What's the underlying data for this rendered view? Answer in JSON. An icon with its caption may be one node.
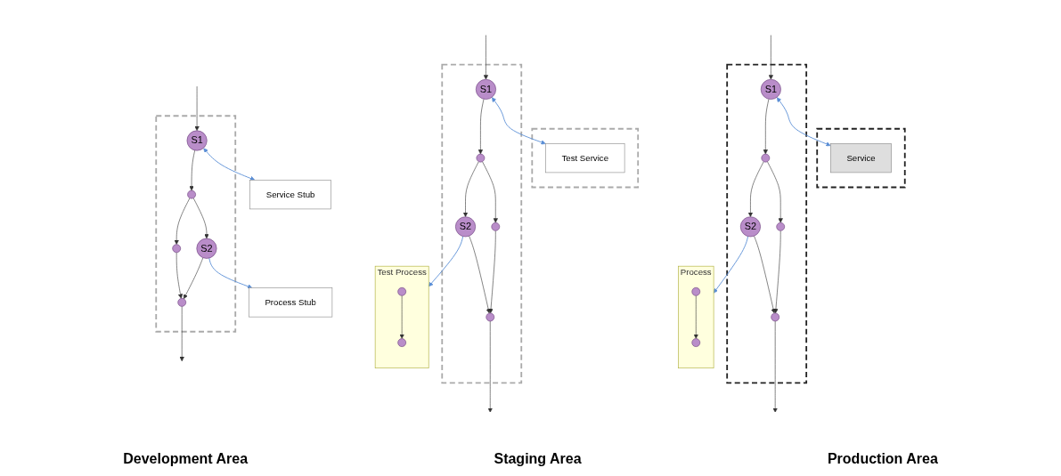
{
  "diagram": {
    "nodes": [
      {
        "text": [],
        "shape": "box"
      },
      {
        "text": [
          "S1"
        ],
        "in": 0
      },
      {
        "text": [],
        "shape": "circle",
        "in": 0
      },
      {
        "text": [],
        "shape": "circle",
        "in": 0
      },
      {
        "text": [
          "S2"
        ],
        "in": 0
      },
      {
        "text": [],
        "shape": "circle",
        "in": 0
      },
      {
        "text": [
          "Service Stub"
        ]
      },
      {
        "text": [
          "Process Stub"
        ]
      },
      {
        "text": [],
        "shape": "box"
      },
      {
        "text": [
          "S1"
        ],
        "in": 8
      },
      {
        "text": [],
        "shape": "circle",
        "in": 8
      },
      {
        "text": [],
        "shape": "circle",
        "in": 8
      },
      {
        "text": [
          "S2"
        ],
        "in": 8
      },
      {
        "text": [],
        "shape": "circle",
        "in": 8
      },
      {
        "text": [],
        "shape": "box"
      },
      {
        "text": [
          "Test Service"
        ],
        "in": 14
      },
      {
        "text": [
          "Test Process"
        ]
      },
      {
        "text": [],
        "shape": "circle",
        "in": 16
      },
      {
        "text": [],
        "shape": "circle",
        "in": 16
      },
      {
        "text": [],
        "shape": "box"
      },
      {
        "text": [
          "S1"
        ],
        "in": 19
      },
      {
        "text": [],
        "shape": "circle",
        "in": 19
      },
      {
        "text": [],
        "shape": "circle",
        "in": 19
      },
      {
        "text": [
          "S2"
        ],
        "in": 19
      },
      {
        "text": [],
        "shape": "circle",
        "in": 19
      },
      {
        "text": [],
        "shape": "box"
      },
      {
        "text": [
          "Service"
        ],
        "in": 25
      },
      {
        "text": [
          "Process"
        ]
      },
      {
        "text": [],
        "shape": "circle",
        "in": 27
      },
      {
        "text": [],
        "shape": "circle",
        "in": 27
      }
    ],
    "edges": [
      {
        "from": null,
        "to": 1,
        "arrow": "to"
      },
      {
        "from": 1,
        "to": 6,
        "arrow": "both",
        "color": "#5b8fd6"
      },
      {
        "from": 1,
        "to": 2,
        "arrow": "to"
      },
      {
        "from": 2,
        "to": 3,
        "arrow": "to"
      },
      {
        "from": 2,
        "to": 4,
        "arrow": "to"
      },
      {
        "from": 3,
        "to": 5,
        "arrow": "to"
      },
      {
        "from": 4,
        "to": 5,
        "arrow": "to"
      },
      {
        "from": 5,
        "to": null,
        "arrow": "to"
      },
      {
        "from": 4,
        "to": 7,
        "arrow": "to",
        "color": "#5b8fd6"
      },
      {
        "from": null,
        "to": 9,
        "arrow": "to"
      },
      {
        "from": 9,
        "to": 15,
        "arrow": "both",
        "color": "#5b8fd6"
      },
      {
        "from": 9,
        "to": 10,
        "arrow": "to"
      },
      {
        "from": 10,
        "to": 11,
        "arrow": "to"
      },
      {
        "from": 10,
        "to": 12,
        "arrow": "to"
      },
      {
        "from": 11,
        "to": 13,
        "arrow": "to"
      },
      {
        "from": 12,
        "to": 13,
        "arrow": "to"
      },
      {
        "from": 13,
        "to": null,
        "arrow": "to"
      },
      {
        "from": 12,
        "to": 16,
        "arrow": "to",
        "color": "#5b8fd6"
      },
      {
        "from": 17,
        "to": 18,
        "arrow": "to"
      },
      {
        "from": null,
        "to": 20,
        "arrow": "to"
      },
      {
        "from": 20,
        "to": 26,
        "arrow": "both",
        "color": "#5b8fd6"
      },
      {
        "from": 20,
        "to": 21,
        "arrow": "to"
      },
      {
        "from": 21,
        "to": 22,
        "arrow": "to"
      },
      {
        "from": 21,
        "to": 23,
        "arrow": "to"
      },
      {
        "from": 22,
        "to": 24,
        "arrow": "to"
      },
      {
        "from": 23,
        "to": 24,
        "arrow": "to"
      },
      {
        "from": 24,
        "to": null,
        "arrow": "to"
      },
      {
        "from": 23,
        "to": 27,
        "arrow": "to",
        "color": "#5b8fd6"
      },
      {
        "from": 28,
        "to": 29,
        "arrow": "to"
      }
    ],
    "labels": [
      "Development Area",
      "Staging Area",
      "Production Area"
    ]
  }
}
